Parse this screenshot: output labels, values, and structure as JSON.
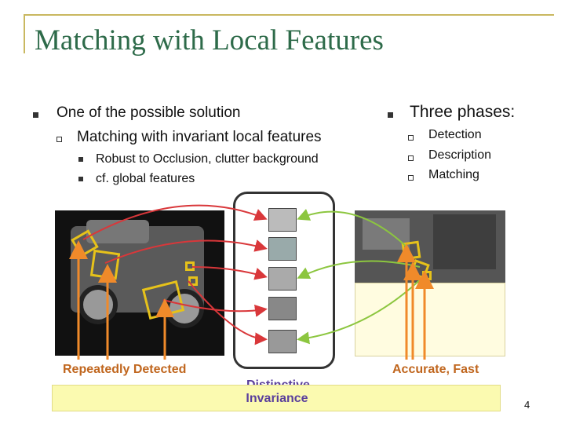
{
  "slide": {
    "title": "Matching with Local Features",
    "page_number": "4"
  },
  "left_bullets": {
    "item1": "One of the possible solution",
    "item1_sub": "Matching with invariant local features",
    "item1_sub_sub": [
      "Robust to Occlusion, clutter background",
      "cf. global features"
    ]
  },
  "right_bullets": {
    "heading": "Three phases:",
    "phases": [
      "Detection",
      "Description",
      "Matching"
    ]
  },
  "captions": {
    "left": "Repeatedly Detected",
    "middle": "Distinctive",
    "right": "Accurate, Fast",
    "footer": "Invariance"
  },
  "colors": {
    "title": "#2e6b4a",
    "feature_box": "#e6c21a",
    "arrow_orange": "#f08a2a",
    "arrow_red": "#d9373a",
    "arrow_green": "#8cc63f",
    "caption": "#c0661e",
    "footer_text": "#5a3f9c",
    "footer_bg": "#fbfab0"
  }
}
